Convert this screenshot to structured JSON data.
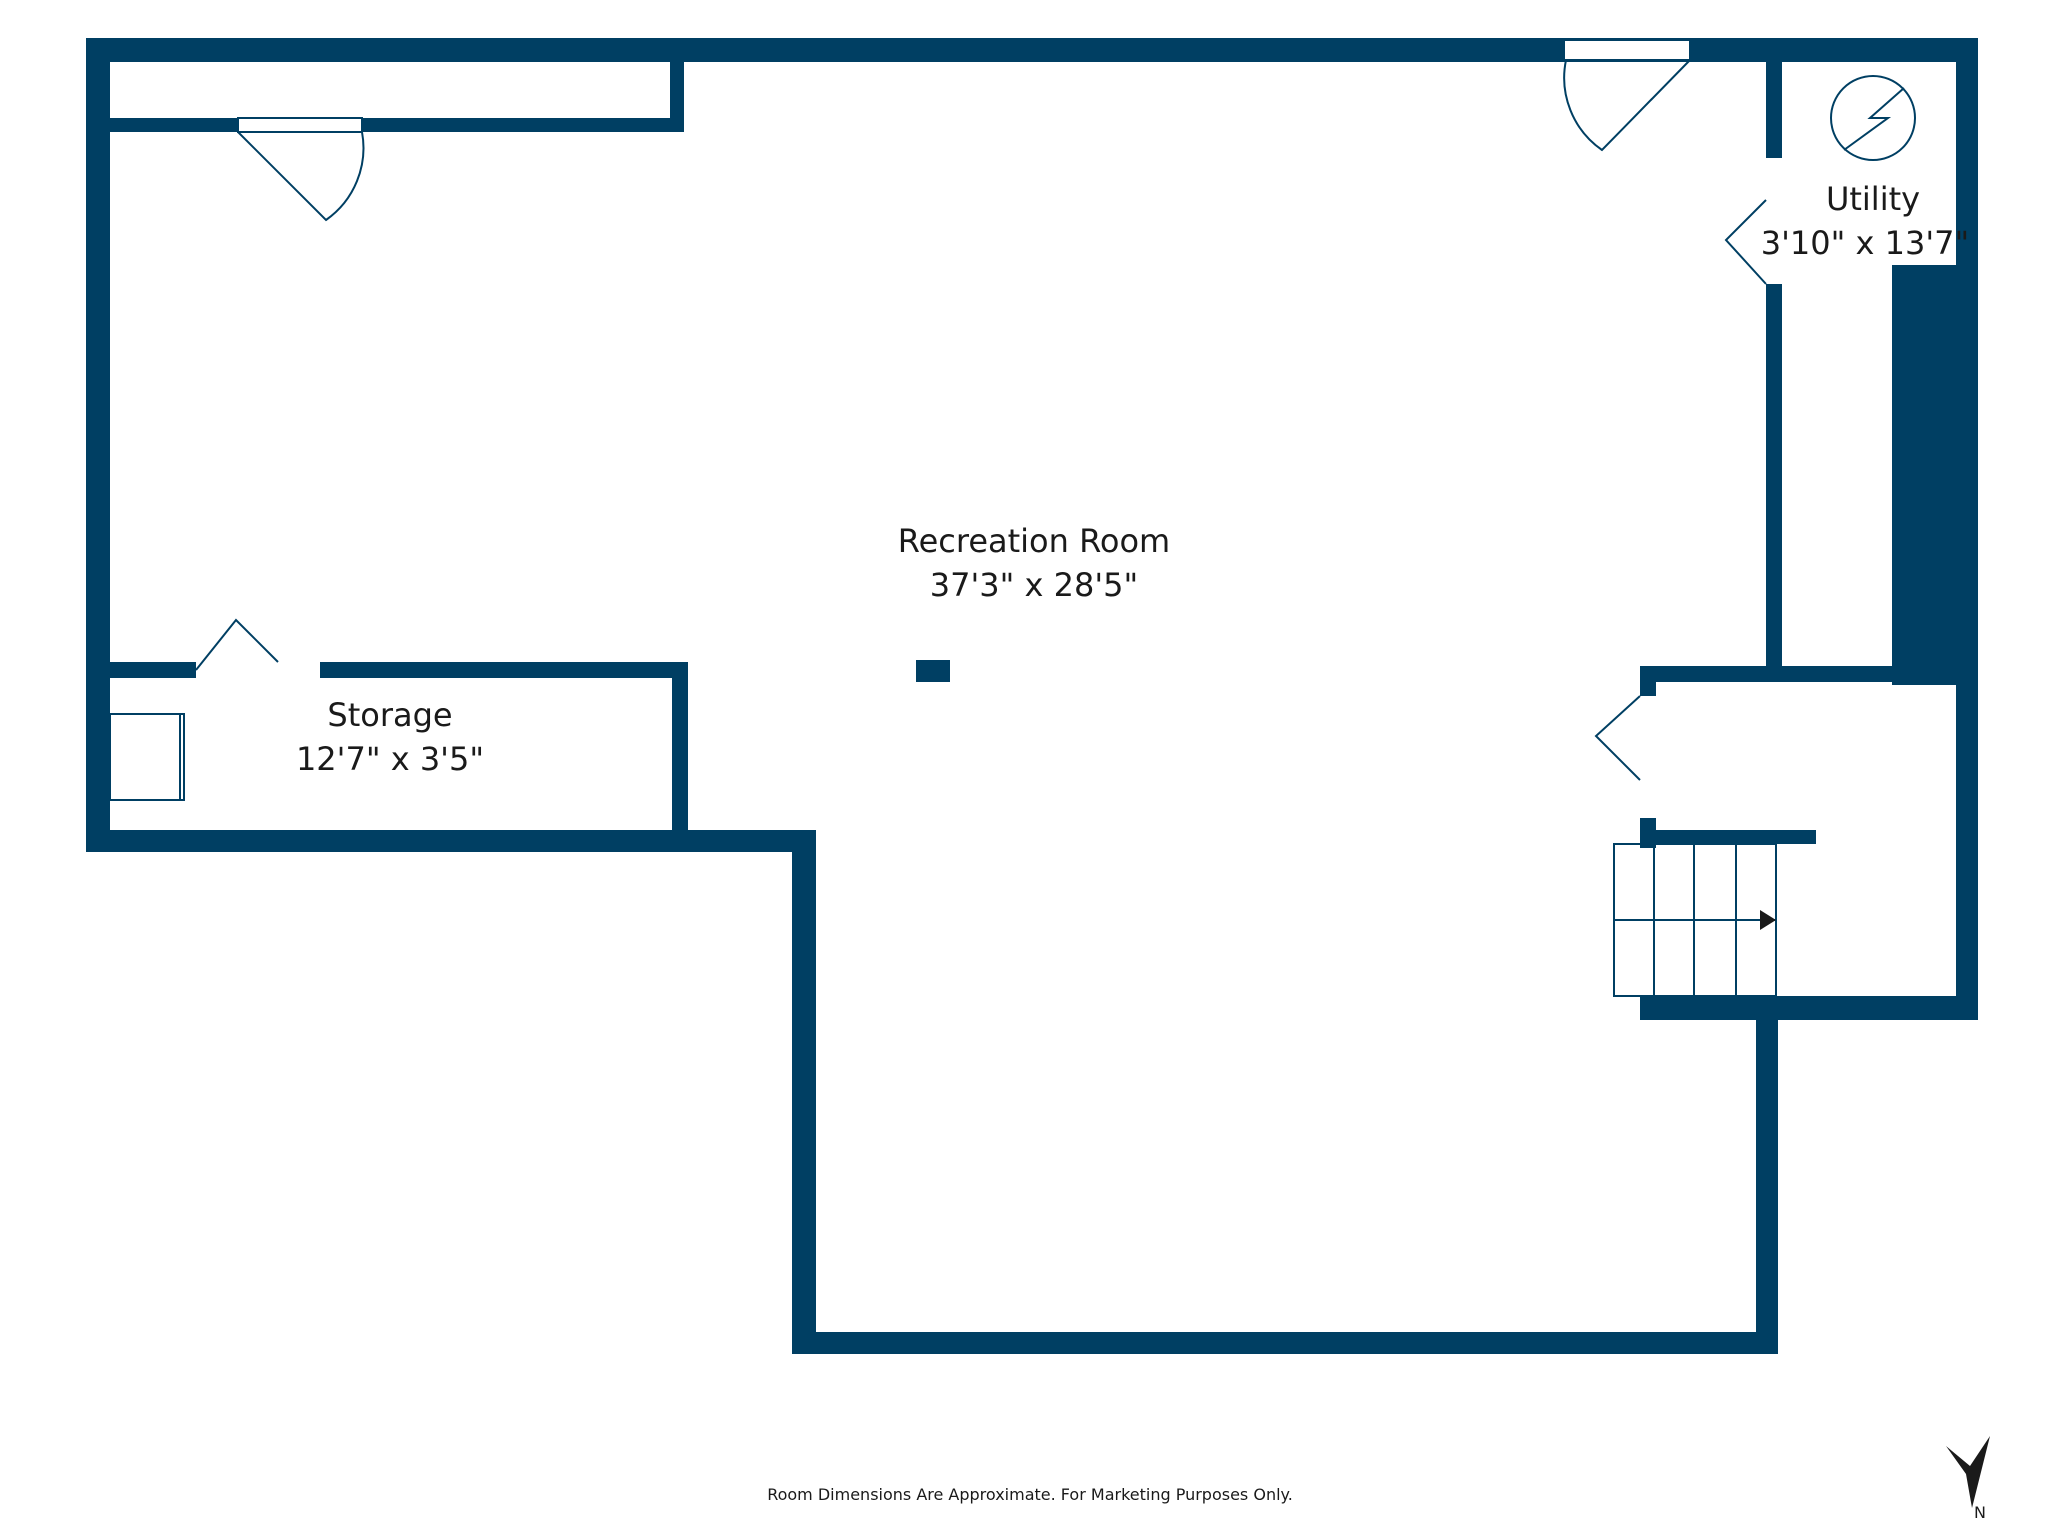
{
  "rooms": {
    "recreation": {
      "name": "Recreation Room",
      "dims": "37'3\" x 28'5\""
    },
    "storage": {
      "name": "Storage",
      "dims": "12'7\" x 3'5\""
    },
    "utility": {
      "name": "Utility",
      "dims": "3'10\" x 13'7\""
    }
  },
  "footer": {
    "note": "Room Dimensions Are Approximate. For Marketing Purposes Only."
  },
  "compass": {
    "letter": "N"
  },
  "colors": {
    "wall": "#003f63",
    "line": "#003f63",
    "background": "#ffffff"
  }
}
